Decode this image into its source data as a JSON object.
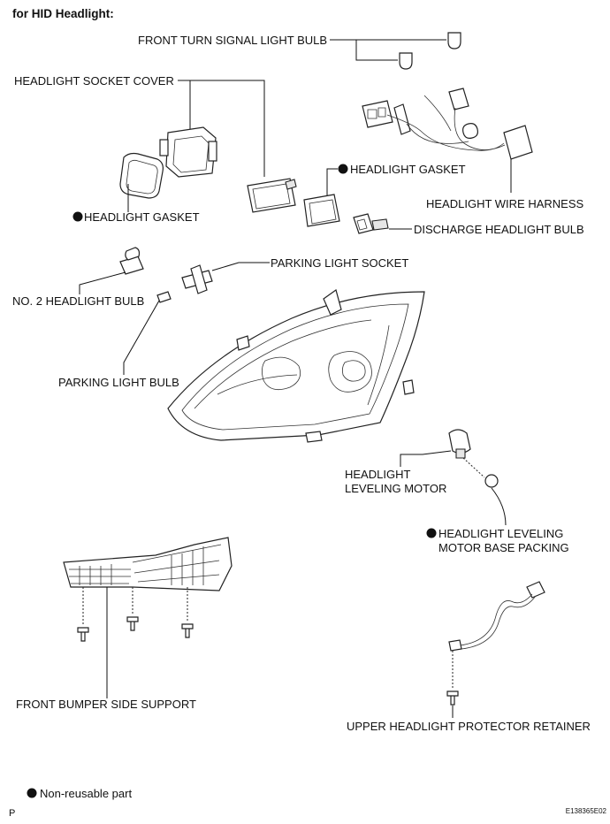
{
  "title": "for HID Headlight:",
  "labels": {
    "front_turn_signal_light_bulb": "FRONT TURN SIGNAL LIGHT BULB",
    "headlight_socket_cover": "HEADLIGHT SOCKET COVER",
    "headlight_gasket_right": "HEADLIGHT GASKET",
    "headlight_gasket_left": "HEADLIGHT GASKET",
    "headlight_wire_harness": "HEADLIGHT WIRE HARNESS",
    "discharge_headlight_bulb": "DISCHARGE HEADLIGHT BULB",
    "parking_light_socket": "PARKING LIGHT SOCKET",
    "no2_headlight_bulb": "NO. 2 HEADLIGHT BULB",
    "parking_light_bulb": "PARKING LIGHT BULB",
    "headlight_leveling_motor_1": "HEADLIGHT",
    "headlight_leveling_motor_2": "LEVELING MOTOR",
    "motor_base_packing_1": "HEADLIGHT LEVELING",
    "motor_base_packing_2": "MOTOR BASE PACKING",
    "front_bumper_side_support": "FRONT BUMPER SIDE SUPPORT",
    "upper_headlight_protector_retainer": "UPPER HEADLIGHT PROTECTOR RETAINER"
  },
  "legend": {
    "text": "Non-reusable part"
  },
  "footer": {
    "left": "P",
    "right": "E138365E02"
  }
}
